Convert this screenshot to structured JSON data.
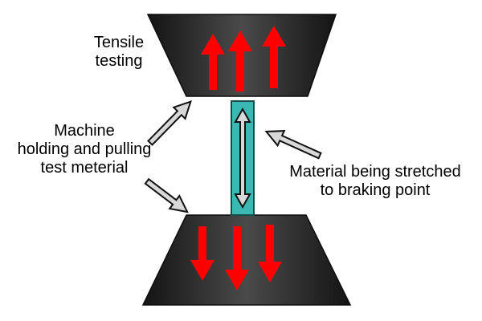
{
  "diagram": {
    "title_lines": [
      "Tensile",
      "testing"
    ],
    "machine_label_lines": [
      "Machine",
      "holding and pulling",
      "test meterial"
    ],
    "material_label_lines": [
      "Material being stretched",
      "to braking point"
    ]
  },
  "colors": {
    "jaw_center": "#4a4a4a",
    "jaw_edge": "#141414",
    "force_arrow": "#ff0000",
    "specimen_fill": "#3cb8b4",
    "specimen_stroke": "#1a4a48",
    "pointer_fill": "#d8d8d8",
    "pointer_stroke": "#111111",
    "label_text": "#000000"
  },
  "icons": {
    "force_arrows_upper": "arrow-up-icon",
    "force_arrows_lower": "arrow-down-icon",
    "stretch_indicator": "double-arrow-icon",
    "pointers": "pointer-arrow-icon"
  }
}
